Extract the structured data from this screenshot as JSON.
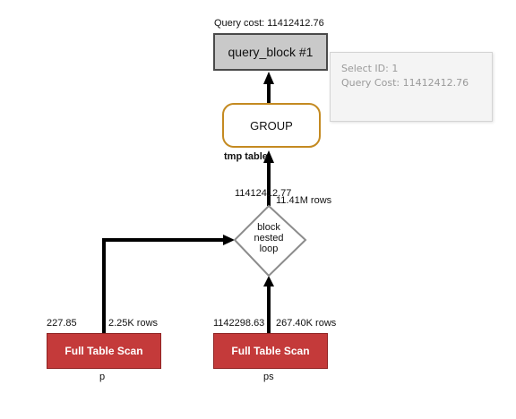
{
  "query_block": {
    "cost_label": "Query cost: 11412412.76",
    "title": "query_block #1"
  },
  "tooltip": {
    "select_id": "Select ID: 1",
    "query_cost": "Query Cost: 11412412.76"
  },
  "group": {
    "label": "GROUP",
    "note": "tmp table"
  },
  "join": {
    "cost": "11412412.77",
    "rows": "11.41M rows",
    "lines": [
      "block",
      "nested",
      "loop"
    ]
  },
  "scans": [
    {
      "label": "Full Table Scan",
      "cost": "227.85",
      "rows": "2.25K rows",
      "table": "p"
    },
    {
      "label": "Full Table Scan",
      "cost": "1142298.63",
      "rows": "267.40K rows",
      "table": "ps"
    }
  ]
}
